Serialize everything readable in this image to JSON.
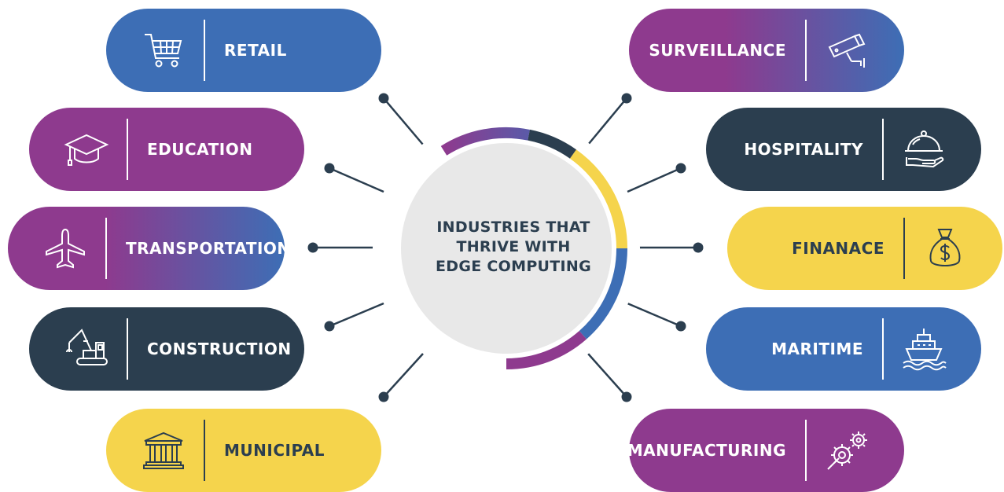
{
  "center": {
    "line1": "INDUSTRIES THAT",
    "line2": "THRIVE WITH",
    "line3": "EDGE COMPUTING"
  },
  "industries": {
    "retail": {
      "label": "RETAIL",
      "icon": "shopping-cart-icon",
      "color": "#3d6eb5"
    },
    "education": {
      "label": "EDUCATION",
      "icon": "graduation-cap-icon",
      "color": "#8e3a8e"
    },
    "transportation": {
      "label": "TRANSPORTATION",
      "icon": "airplane-icon",
      "color": "#8e3a8e"
    },
    "construction": {
      "label": "CONSTRUCTION",
      "icon": "crane-icon",
      "color": "#2b3e4f"
    },
    "municipal": {
      "label": "MUNICIPAL",
      "icon": "government-building-icon",
      "color": "#f5d44c"
    },
    "surveillance": {
      "label": "SURVEILLANCE",
      "icon": "security-camera-icon",
      "color": "#8e3a8e"
    },
    "hospitality": {
      "label": "HOSPITALITY",
      "icon": "serving-cloche-icon",
      "color": "#2b3e4f"
    },
    "finance": {
      "label": "FINANACE",
      "icon": "money-bag-icon",
      "color": "#f5d44c"
    },
    "maritime": {
      "label": "MARITIME",
      "icon": "ship-icon",
      "color": "#3d6eb5"
    },
    "manufacturing": {
      "label": "MANUFACTURING",
      "icon": "gears-icon",
      "color": "#8e3a8e"
    }
  },
  "colors": {
    "blue": "#3d6eb5",
    "purple": "#8e3a8e",
    "dark": "#2b3e4f",
    "yellow": "#f5d44c",
    "circle": "#e8e8e8"
  }
}
